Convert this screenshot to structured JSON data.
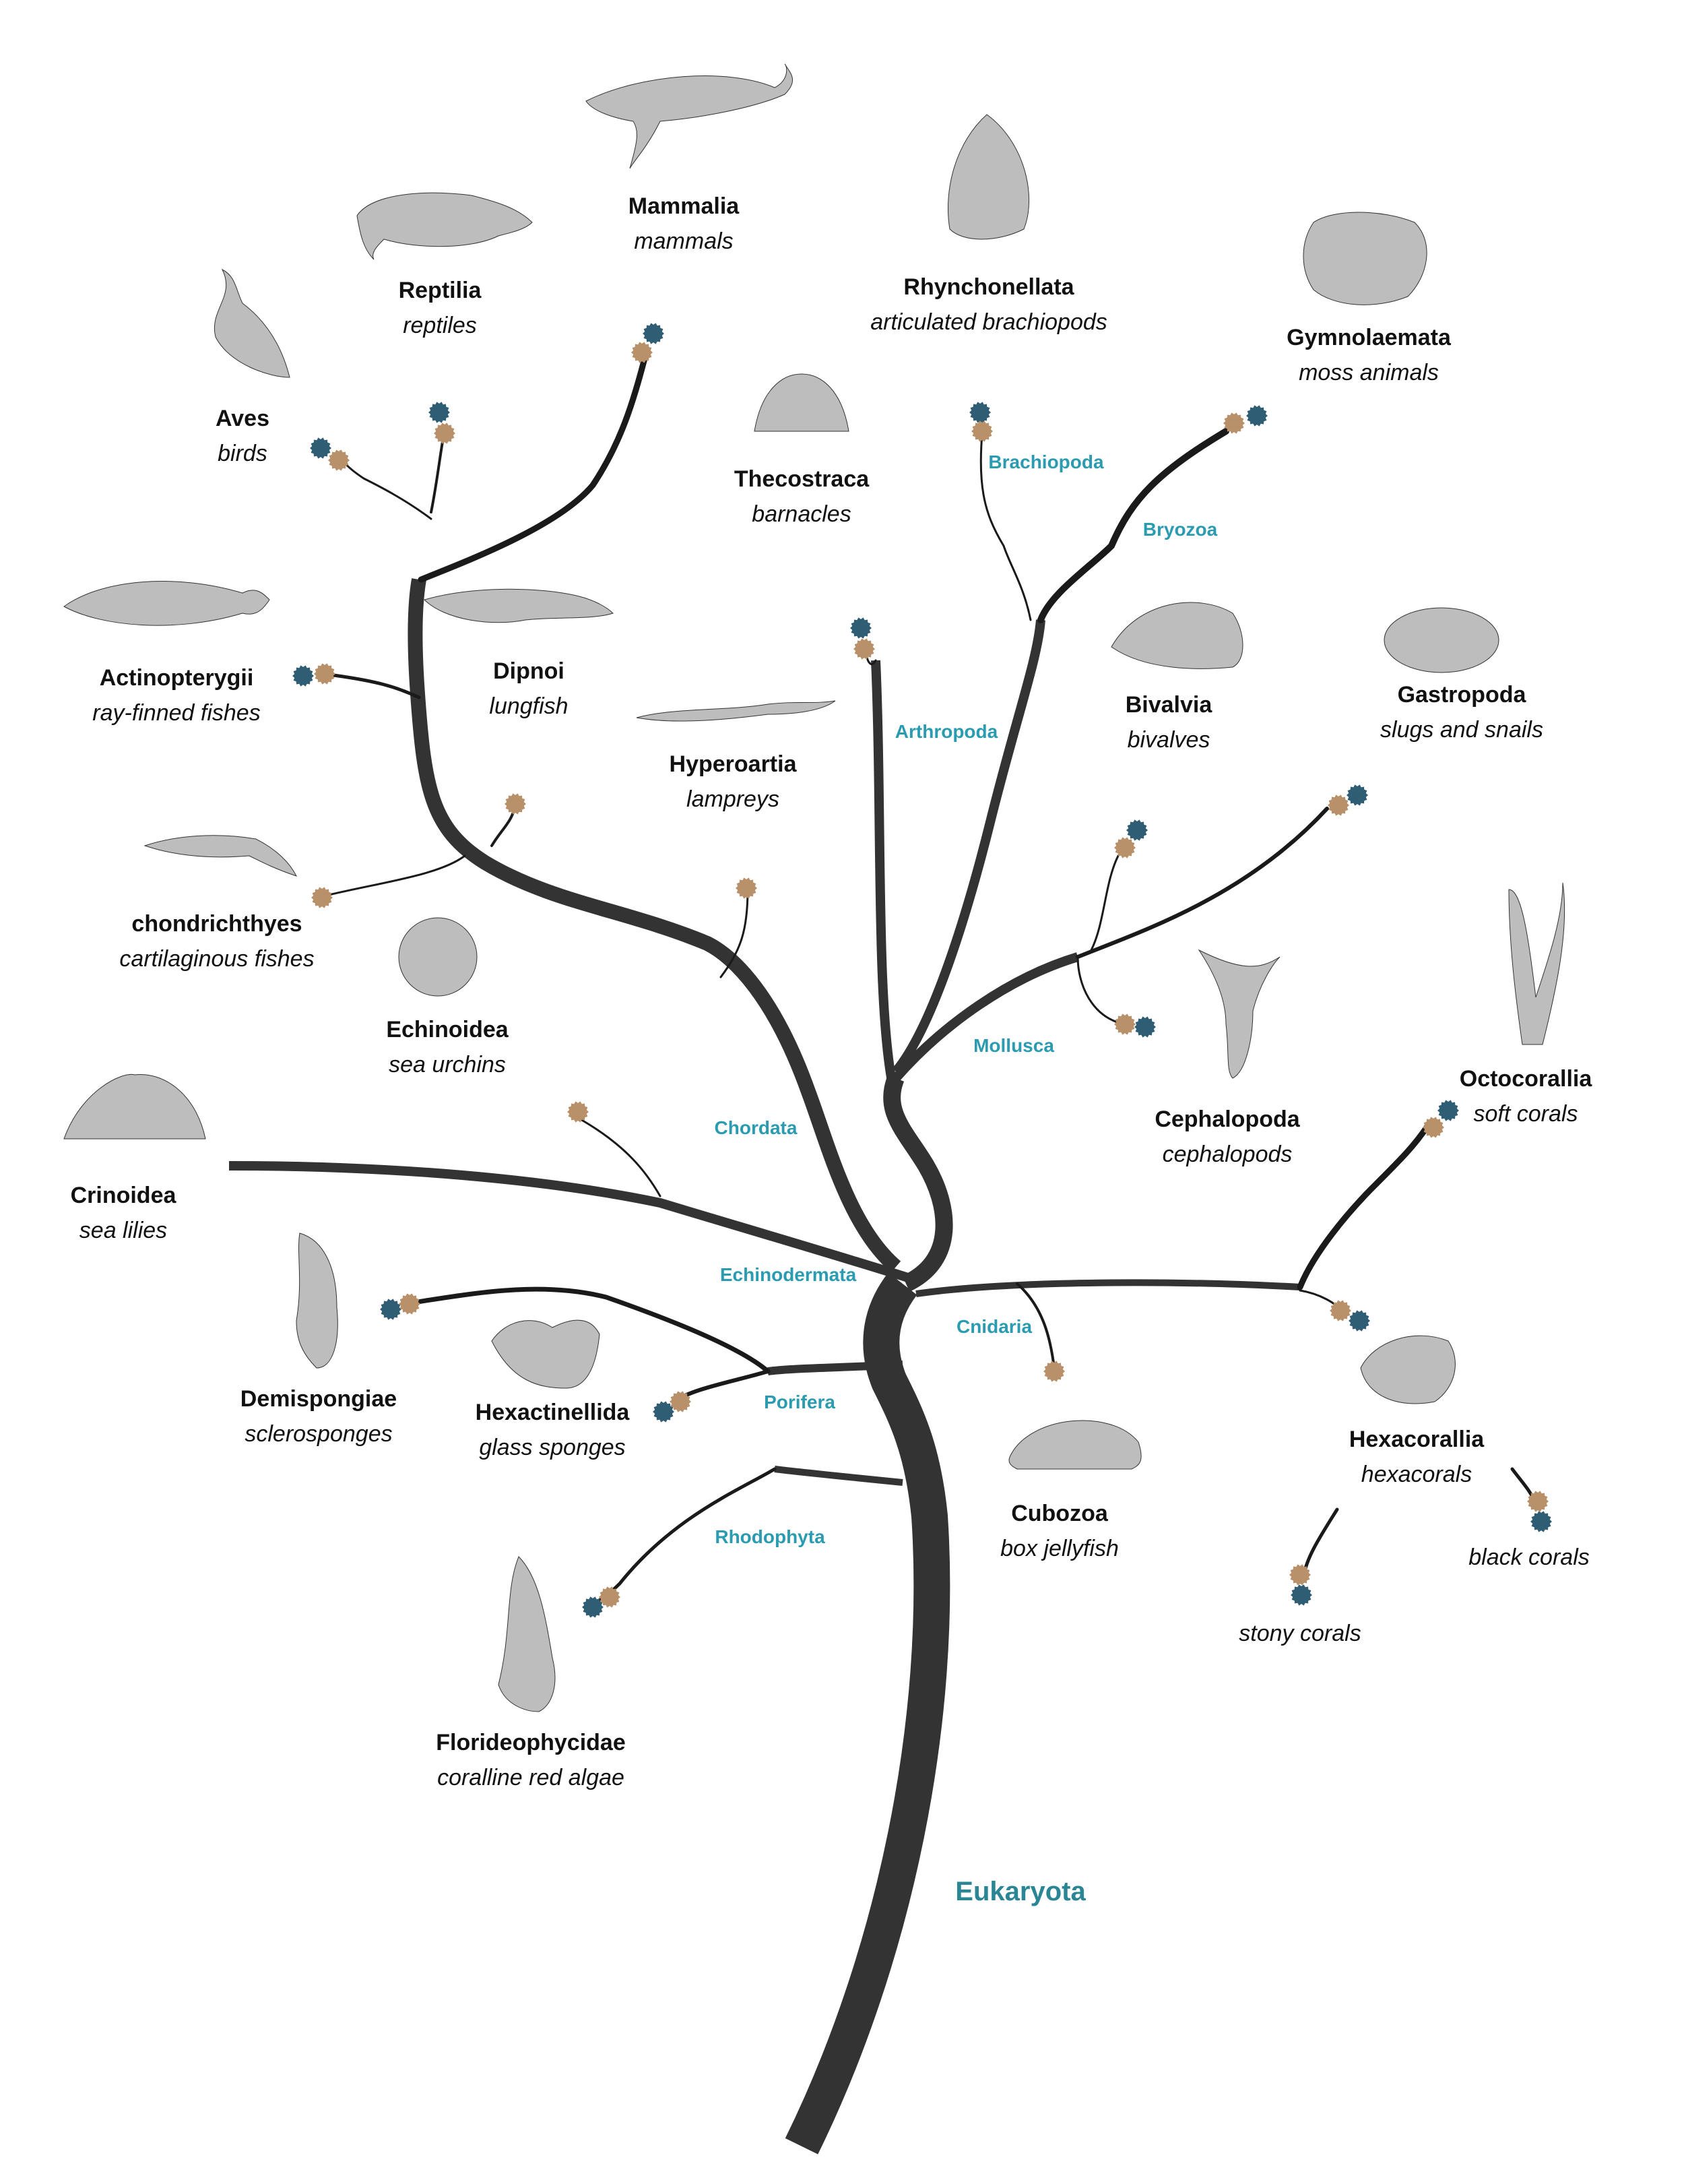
{
  "colors": {
    "clade_label": "#2a9bb0",
    "root_label": "#2a8594",
    "dot_tan": "#b8906a",
    "dot_blue": "#2f5d73",
    "trunk": "#333333"
  },
  "root": {
    "label": "Eukaryota"
  },
  "clades": [
    {
      "id": "chordata",
      "label": "Chordata"
    },
    {
      "id": "arthropoda",
      "label": "Arthropoda"
    },
    {
      "id": "brachiopoda",
      "label": "Brachiopoda"
    },
    {
      "id": "bryozoa",
      "label": "Bryozoa"
    },
    {
      "id": "mollusca",
      "label": "Mollusca"
    },
    {
      "id": "echinodermata",
      "label": "Echinodermata"
    },
    {
      "id": "cnidaria",
      "label": "Cnidaria"
    },
    {
      "id": "porifera",
      "label": "Porifera"
    },
    {
      "id": "rhodophyta",
      "label": "Rhodophyta"
    }
  ],
  "taxa": [
    {
      "id": "mammalia",
      "sci": "Mammalia",
      "common": "mammals",
      "icon": "whale-illustration",
      "dots": [
        "blue",
        "tan"
      ]
    },
    {
      "id": "reptilia",
      "sci": "Reptilia",
      "common": "reptiles",
      "icon": "turtle-illustration",
      "dots": [
        "blue",
        "tan"
      ]
    },
    {
      "id": "aves",
      "sci": "Aves",
      "common": "birds",
      "icon": "bird-illustration",
      "dots": [
        "blue",
        "tan"
      ]
    },
    {
      "id": "actinopterygii",
      "sci": "Actinopterygii",
      "common": "ray-finned fishes",
      "icon": "fish-illustration",
      "dots": [
        "blue",
        "tan"
      ]
    },
    {
      "id": "dipnoi",
      "sci": "Dipnoi",
      "common": "lungfish",
      "icon": "lungfish-illustration",
      "dots": []
    },
    {
      "id": "chondrichthyes",
      "sci": "chondrichthyes",
      "common": "cartilaginous fishes",
      "icon": "shark-illustration",
      "dots": [
        "tan"
      ]
    },
    {
      "id": "echinoidea",
      "sci": "Echinoidea",
      "common": "sea urchins",
      "icon": "urchin-illustration",
      "dots": [
        "tan"
      ]
    },
    {
      "id": "hyperoartia",
      "sci": "Hyperoartia",
      "common": "lampreys",
      "icon": "lamprey-illustration",
      "dots": [
        "tan"
      ]
    },
    {
      "id": "thecostraca",
      "sci": "Thecostraca",
      "common": "barnacles",
      "icon": "barnacle-illustration",
      "dots": [
        "blue",
        "tan"
      ]
    },
    {
      "id": "rhynchonellata",
      "sci": "Rhynchonellata",
      "common": "articulated brachiopods",
      "icon": "brachiopod-illustration",
      "dots": [
        "blue",
        "tan"
      ]
    },
    {
      "id": "gymnolaemata",
      "sci": "Gymnolaemata",
      "common": "moss animals",
      "icon": "bryozoan-illustration",
      "dots": [
        "tan",
        "blue"
      ]
    },
    {
      "id": "bivalvia",
      "sci": "Bivalvia",
      "common": "bivalves",
      "icon": "clam-illustration",
      "dots": [
        "blue",
        "tan"
      ]
    },
    {
      "id": "gastropoda",
      "sci": "Gastropoda",
      "common": "slugs and snails",
      "icon": "cowrie-illustration",
      "dots": [
        "tan",
        "blue"
      ]
    },
    {
      "id": "cephalopoda",
      "sci": "Cephalopoda",
      "common": "cephalopods",
      "icon": "octopus-illustration",
      "dots": [
        "tan",
        "blue"
      ]
    },
    {
      "id": "octocorallia",
      "sci": "Octocorallia",
      "common": "soft corals",
      "icon": "soft-coral-illustration",
      "dots": [
        "blue",
        "tan"
      ]
    },
    {
      "id": "crinoidea",
      "sci": "Crinoidea",
      "common": "sea lilies",
      "icon": "crinoid-illustration",
      "dots": [
        "tan"
      ]
    },
    {
      "id": "demospongiae",
      "sci": "Demispongiae",
      "common": "sclerosponges",
      "icon": "demosponge-illustration",
      "dots": [
        "blue",
        "tan"
      ]
    },
    {
      "id": "hexactinellida",
      "sci": "Hexactinellida",
      "common": "glass sponges",
      "icon": "glass-sponge-illustration",
      "dots": [
        "blue",
        "tan"
      ]
    },
    {
      "id": "hexacorallia",
      "sci": "Hexacorallia",
      "common": "hexacorals",
      "icon": "hexacoral-illustration",
      "dots": [
        "tan",
        "blue"
      ]
    },
    {
      "id": "cubozoa",
      "sci": "Cubozoa",
      "common": "box jellyfish",
      "icon": "jellyfish-illustration",
      "dots": [
        "tan"
      ]
    },
    {
      "id": "stony",
      "sci": "",
      "common": "stony corals",
      "icon": "",
      "dots": [
        "tan",
        "blue"
      ]
    },
    {
      "id": "black",
      "sci": "",
      "common": "black corals",
      "icon": "",
      "dots": [
        "tan",
        "blue"
      ]
    },
    {
      "id": "florideophycidae",
      "sci": "Florideophycidae",
      "common": "coralline red algae",
      "icon": "red-algae-illustration",
      "dots": [
        "blue",
        "tan"
      ]
    }
  ]
}
